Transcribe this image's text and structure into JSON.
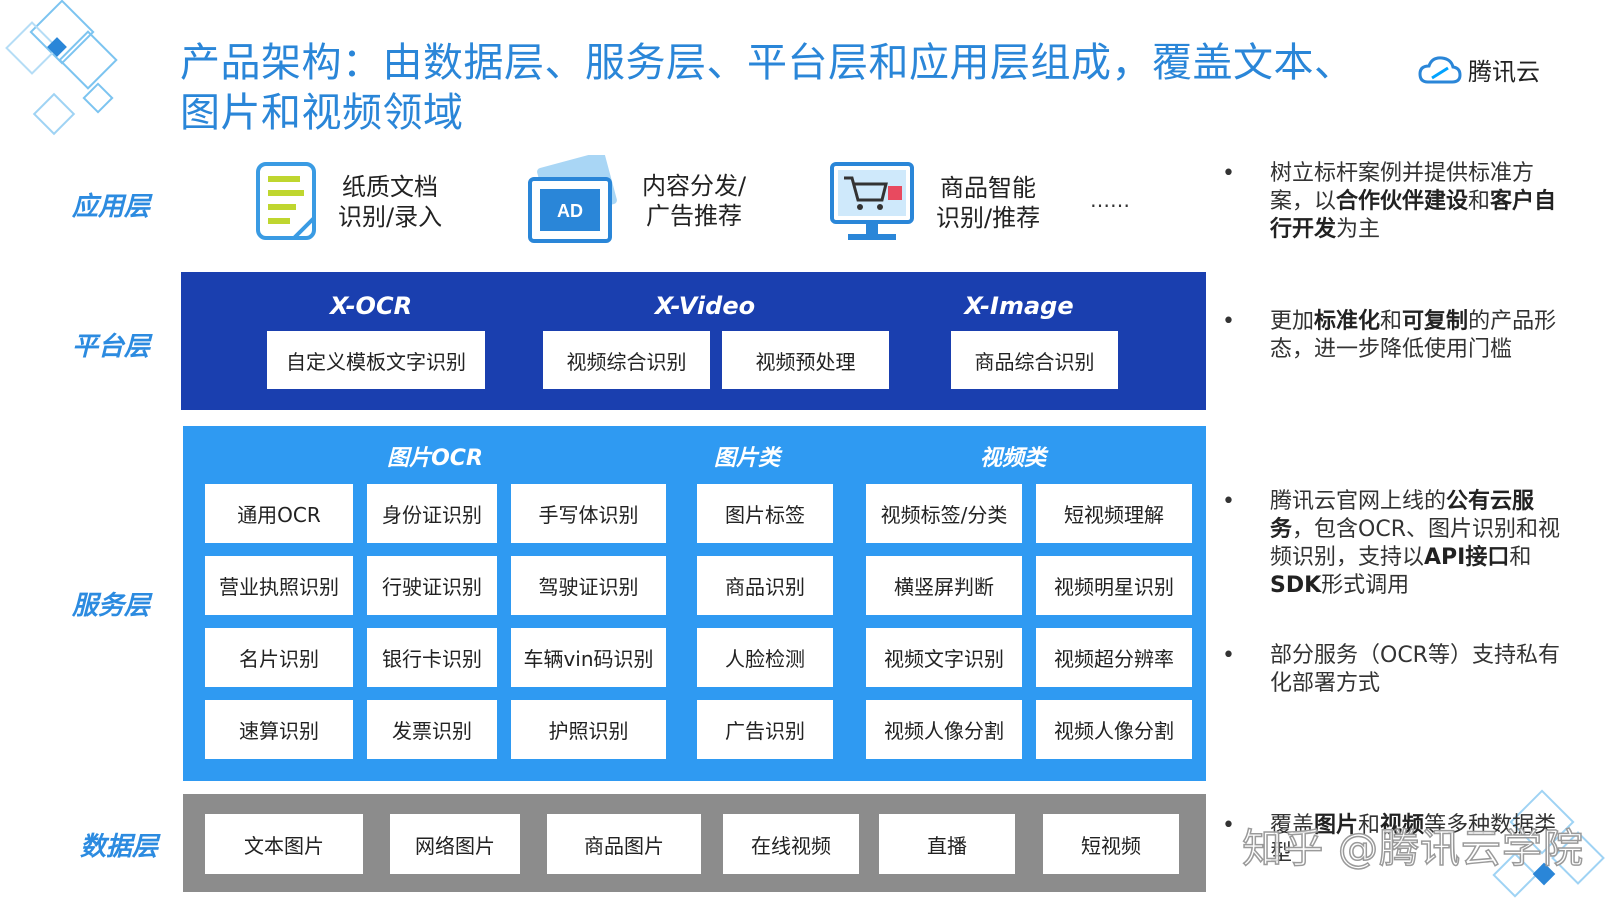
{
  "title": "产品架构：由数据层、服务层、平台层和应用层组成，覆盖文本、图片和视频领域",
  "logo": {
    "text": "腾讯云",
    "icon": "cloud-icon"
  },
  "layers": {
    "app": "应用层",
    "platform": "平台层",
    "service": "服务层",
    "data": "数据层"
  },
  "app_items": [
    {
      "icon": "document-icon",
      "line1": "纸质文档",
      "line2": "识别/录入"
    },
    {
      "icon": "ad-icon",
      "line1": "内容分发/",
      "line2": "广告推荐"
    },
    {
      "icon": "shopping-cart-icon",
      "line1": "商品智能",
      "line2": "识别/推荐"
    }
  ],
  "app_more": "……",
  "platform": {
    "groups": [
      {
        "name": "X-OCR",
        "items": [
          "自定义模板文字识别"
        ]
      },
      {
        "name": "X-Video",
        "items": [
          "视频综合识别",
          "视频预处理"
        ]
      },
      {
        "name": "X-Image",
        "items": [
          "商品综合识别"
        ]
      }
    ]
  },
  "service": {
    "headers": [
      "图片OCR",
      "图片类",
      "视频类"
    ],
    "ocr_rows": [
      [
        "通用OCR",
        "身份证识别",
        "手写体识别"
      ],
      [
        "营业执照识别",
        "行驶证识别",
        "驾驶证识别"
      ],
      [
        "名片识别",
        "银行卡识别",
        "车辆vin码识别"
      ],
      [
        "速算识别",
        "发票识别",
        "护照识别"
      ]
    ],
    "image_col": [
      "图片标签",
      "商品识别",
      "人脸检测",
      "广告识别"
    ],
    "video_rows": [
      [
        "视频标签/分类",
        "短视频理解"
      ],
      [
        "横竖屏判断",
        "视频明星识别"
      ],
      [
        "视频文字识别",
        "视频超分辨率"
      ],
      [
        "视频人像分割",
        "视频人像分割"
      ]
    ]
  },
  "data_items": [
    "文本图片",
    "网络图片",
    "商品图片",
    "在线视频",
    "直播",
    "短视频"
  ],
  "bullets": [
    {
      "parts": [
        [
          "树立标杆案例并提供标准方案，以",
          false
        ],
        [
          "合作伙伴建设",
          true
        ],
        [
          "和",
          false
        ],
        [
          "客户自行开发",
          true
        ],
        [
          "为主",
          false
        ]
      ]
    },
    {
      "parts": [
        [
          "更加",
          false
        ],
        [
          "标准化",
          true
        ],
        [
          "和",
          false
        ],
        [
          "可复制",
          true
        ],
        [
          "的产品形态，进一步降低使用门槛",
          false
        ]
      ]
    },
    {
      "parts": [
        [
          "腾讯云官网上线的",
          false
        ],
        [
          "公有云服务",
          true
        ],
        [
          "，包含OCR、图片识别和视频识别，支持以",
          false
        ],
        [
          "API接口",
          true
        ],
        [
          "和",
          false
        ],
        [
          "SDK",
          true
        ],
        [
          "形式调用",
          false
        ]
      ]
    },
    {
      "parts": [
        [
          "部分服务（OCR等）支持私有化部署方式",
          false
        ]
      ]
    },
    {
      "parts": [
        [
          "覆盖",
          false
        ],
        [
          "图片",
          true
        ],
        [
          "和",
          false
        ],
        [
          "视频",
          true
        ],
        [
          "等多种数据类型",
          false
        ]
      ]
    }
  ],
  "bullet_mark": "•",
  "watermark": "知乎 @腾讯云学院",
  "colors": {
    "title": "#2a86d8",
    "platform": "#1a3faf",
    "service": "#2f9af2",
    "data": "#8c8c8c",
    "label": "#2c8be0"
  }
}
